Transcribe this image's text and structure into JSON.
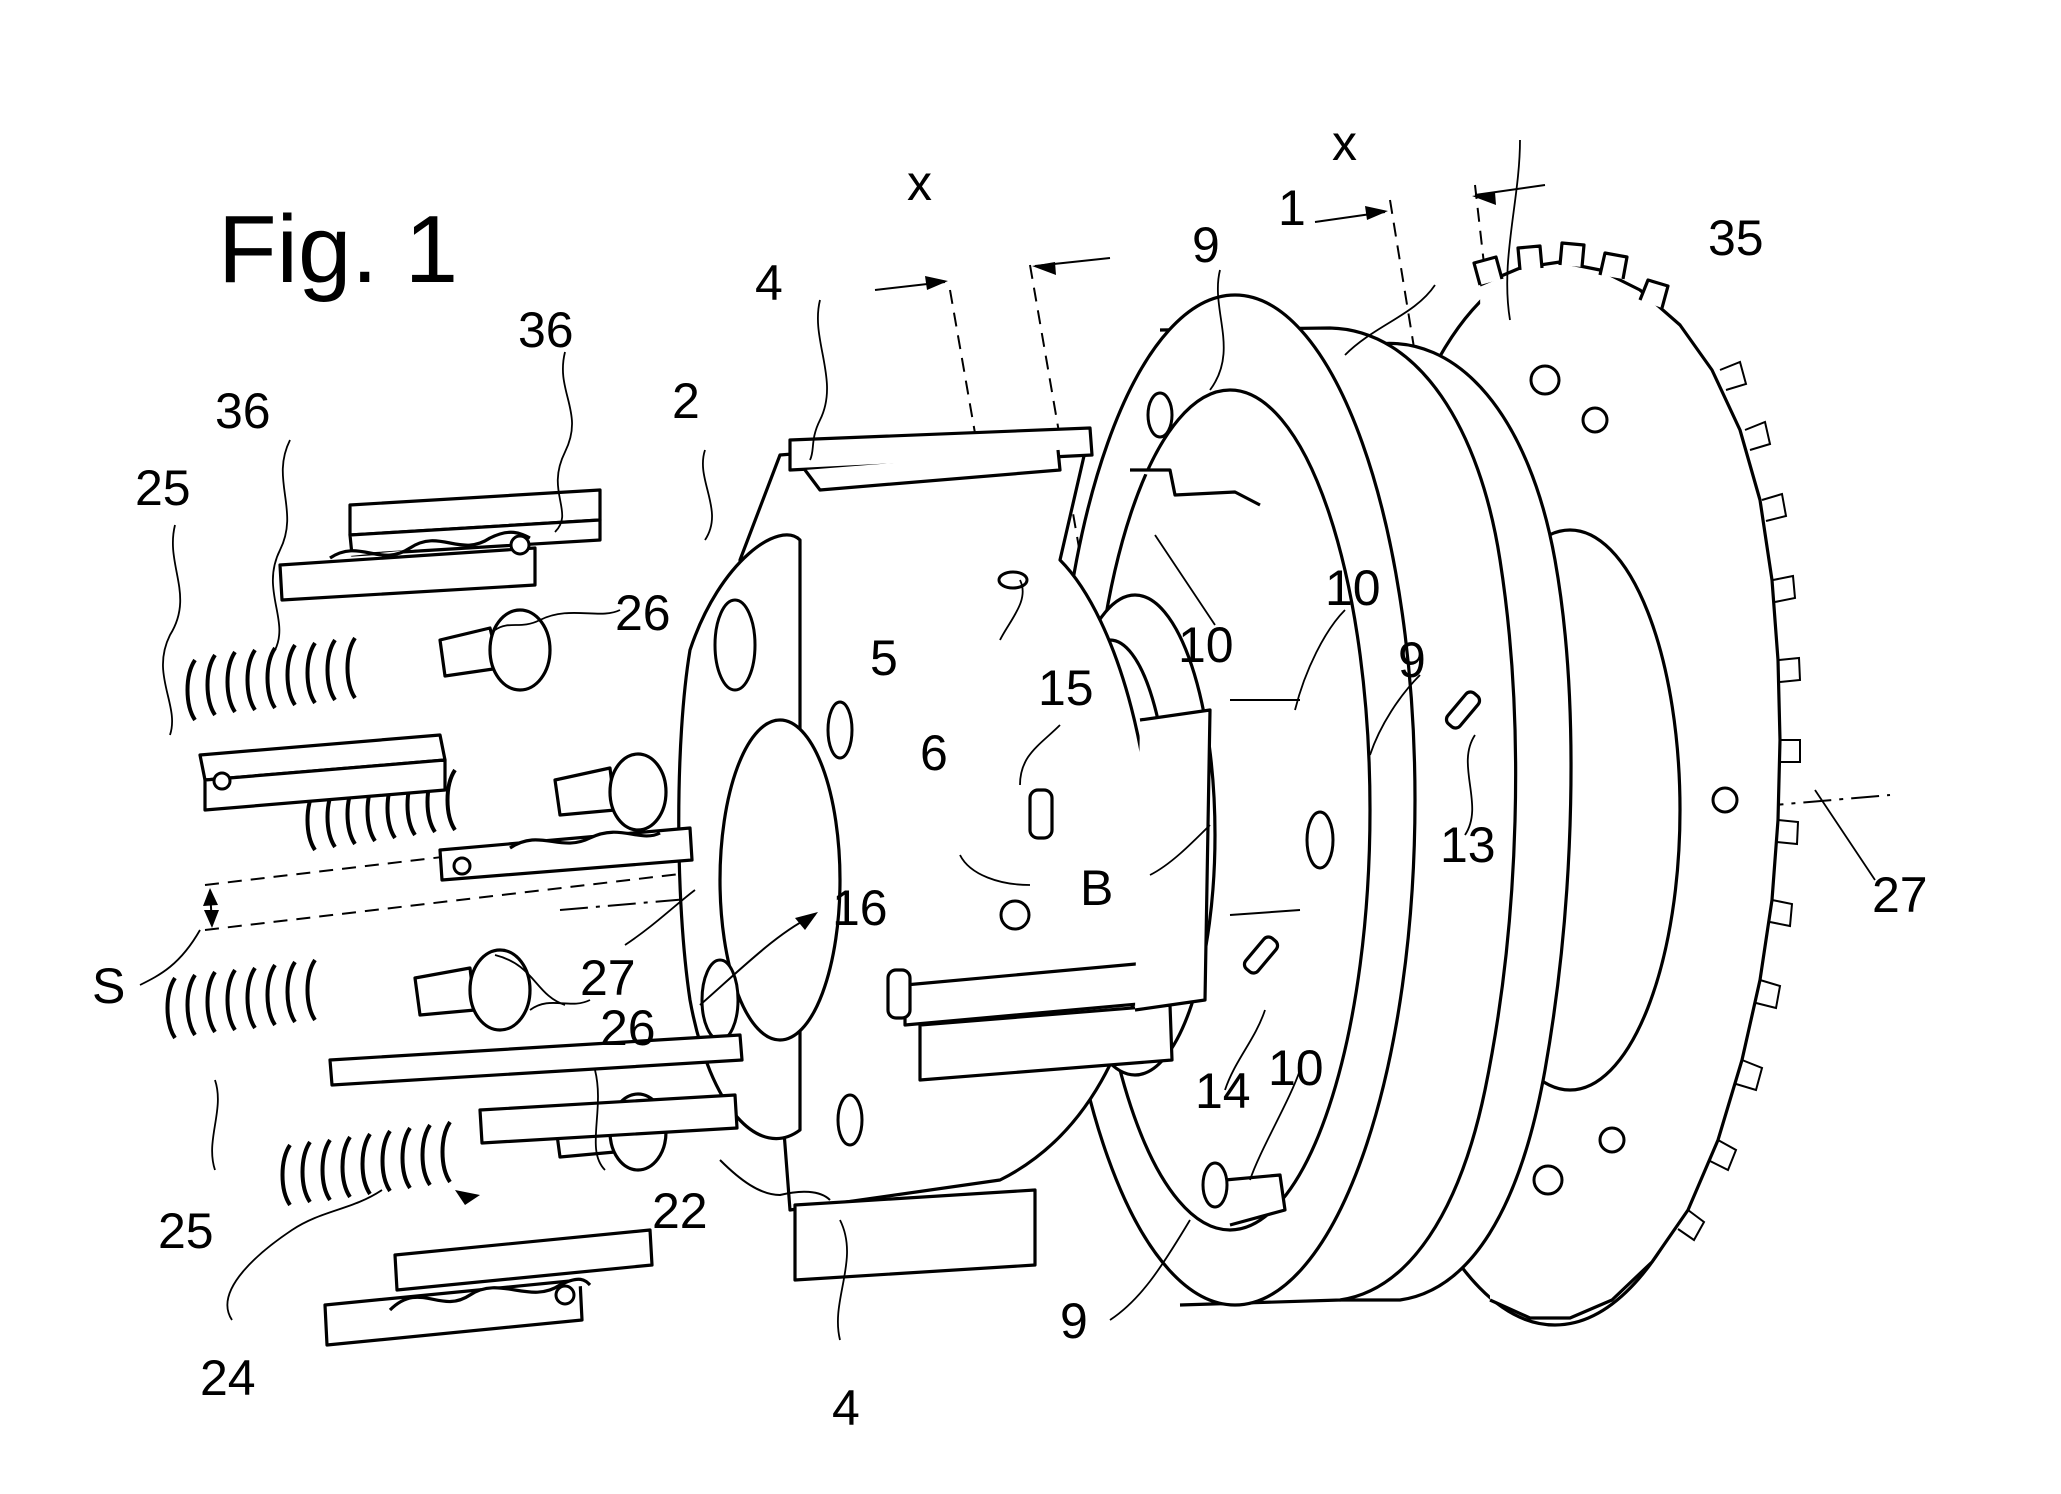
{
  "figure": {
    "title": "Fig. 1",
    "labels": {
      "l36a": "36",
      "l36b": "36",
      "l25a": "25",
      "l25b": "25",
      "l26a": "26",
      "l26b": "26",
      "l2": "2",
      "l4a": "4",
      "l4b": "4",
      "lxa": "x",
      "lxb": "x",
      "l1": "1",
      "l9a": "9",
      "l9b": "9",
      "l9c": "9",
      "l35": "35",
      "l10a": "10",
      "l10b": "10",
      "l10c": "10",
      "l5": "5",
      "l15": "15",
      "l6": "6",
      "l16": "16",
      "lB": "B",
      "l13": "13",
      "l27a": "27",
      "l27b": "27",
      "lS": "S",
      "l14": "14",
      "l22": "22",
      "l24": "24"
    }
  }
}
